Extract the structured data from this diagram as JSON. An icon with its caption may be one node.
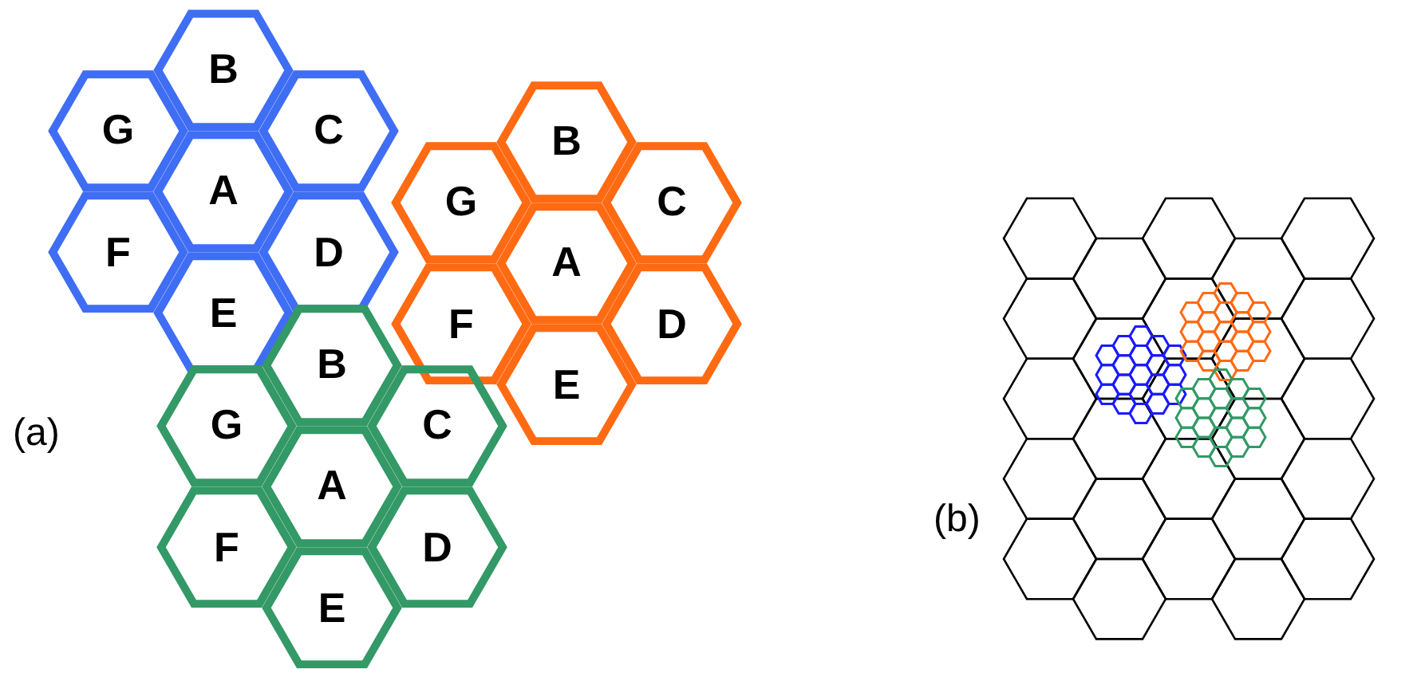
{
  "diagram": {
    "nodes": [
      {
        "text": [
          "B"
        ]
      },
      {
        "text": [
          "G"
        ]
      },
      {
        "text": [
          "C"
        ]
      },
      {
        "text": [
          "A"
        ]
      },
      {
        "text": [
          "F"
        ]
      },
      {
        "text": [
          "D"
        ]
      },
      {
        "text": [
          "E"
        ]
      },
      {
        "text": [
          "B"
        ]
      },
      {
        "text": [
          "G"
        ]
      },
      {
        "text": [
          "C"
        ]
      },
      {
        "text": [
          "A"
        ]
      },
      {
        "text": [
          "F"
        ]
      },
      {
        "text": [
          "D"
        ]
      },
      {
        "text": [
          "E"
        ]
      },
      {
        "text": [
          "B"
        ]
      },
      {
        "text": [
          "G"
        ]
      },
      {
        "text": [
          "C"
        ]
      },
      {
        "text": [
          "A"
        ]
      },
      {
        "text": [
          "F"
        ]
      },
      {
        "text": [
          "D"
        ]
      },
      {
        "text": [
          "E"
        ]
      }
    ],
    "labels": [
      "(a)",
      "(b)"
    ]
  }
}
